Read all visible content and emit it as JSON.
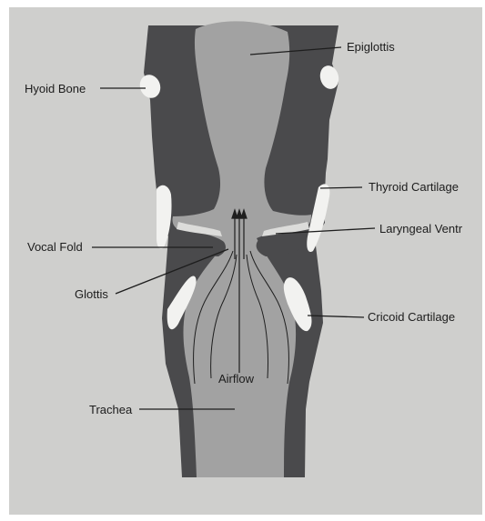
{
  "labels": {
    "epiglottis": "Epiglottis",
    "hyoid_bone": "Hyoid Bone",
    "thyroid_cartilage": "Thyroid Cartilage",
    "laryngeal_ventricle": "Laryngeal Ventr",
    "vocal_fold": "Vocal Fold",
    "glottis": "Glottis",
    "cricoid_cartilage": "Cricoid Cartilage",
    "airflow": "Airflow",
    "trachea": "Trachea"
  },
  "colors": {
    "page": "#cfcfcd",
    "tissue_dark": "#4a4a4c",
    "airway": "#a2a2a2",
    "cartilage": "#f2f2f0",
    "lines": "#1e1e1e"
  }
}
